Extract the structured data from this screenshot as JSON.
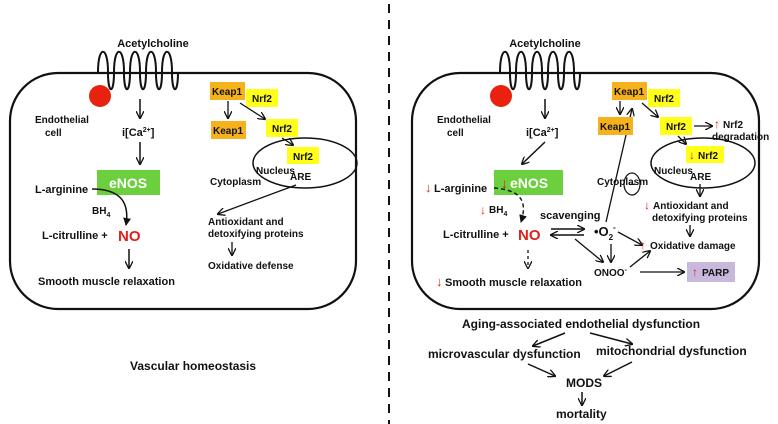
{
  "left_panel": {
    "stimulus": "Acetylcholine",
    "cell_label_1": "Endothelial",
    "cell_label_2": "cell",
    "calcium": "i[Ca",
    "calcium_sup": "2+",
    "calcium_end": "]",
    "enzyme": "eNOS",
    "substrate": "L-arginine",
    "cofactor": "BH",
    "cofactor_sub": "4",
    "product": "L-citrulline +",
    "no": "NO",
    "effect": "Smooth muscle relaxation",
    "keap1_a": "Keap1",
    "nrf2_a": "Nrf2",
    "keap1_b": "Keap1",
    "nrf2_b": "Nrf2",
    "nrf2_nuc": "Nrf2",
    "cytoplasm": "Cytoplasm",
    "nucleus": "Nucleus",
    "are": "ARE",
    "antioxidant_1": "Antioxidant and",
    "antioxidant_2": "detoxifying proteins",
    "defense": "Oxidative defense",
    "caption": "Vascular homeostasis"
  },
  "right_panel": {
    "stimulus": "Acetylcholine",
    "cell_label_1": "Endothelial",
    "cell_label_2": "cell",
    "calcium": "i[Ca",
    "calcium_sup": "2+",
    "calcium_end": "]",
    "enzyme": "eNOS",
    "substrate": "L-arginine",
    "cofactor": "BH",
    "cofactor_sub": "4",
    "product": "L-citrulline +",
    "no": "NO",
    "scavenging": "scavenging",
    "superoxide": "•O",
    "superoxide_sub": "2",
    "superoxide_sup": "-",
    "peroxynitrite": "ONOO",
    "peroxynitrite_sup": "-",
    "parp": "PARP",
    "oxidative_damage": "Oxidative damage",
    "effect": "Smooth muscle relaxation",
    "keap1_a": "Keap1",
    "nrf2_a": "Nrf2",
    "keap1_b": "Keap1",
    "nrf2_b": "Nrf2",
    "nrf2_nuc": "Nrf2",
    "nrf2_deg_1": "Nrf2",
    "nrf2_deg_2": "degradation",
    "cytoplasm": "Cytoplasm",
    "nucleus": "Nucleus",
    "are": "ARE",
    "inhibit": "−",
    "antioxidant_1": "Antioxidant and",
    "antioxidant_2": "detoxifying proteins",
    "up_arrow": "↑",
    "down_arrow": "↓"
  },
  "outcome": {
    "aging": "Aging-associated endothelial dysfunction",
    "micro": "microvascular dysfunction",
    "mito": "mitochondrial dysfunction",
    "mods": "MODS",
    "mortality": "mortality"
  },
  "colors": {
    "receptor_dot": "#e8220f",
    "enos_box": "#6ccf3d",
    "keap1_box": "#f6b21d",
    "nrf2_box": "#ffff1a",
    "parp_box": "#c7b8dc",
    "red_text": "#e0201b"
  }
}
